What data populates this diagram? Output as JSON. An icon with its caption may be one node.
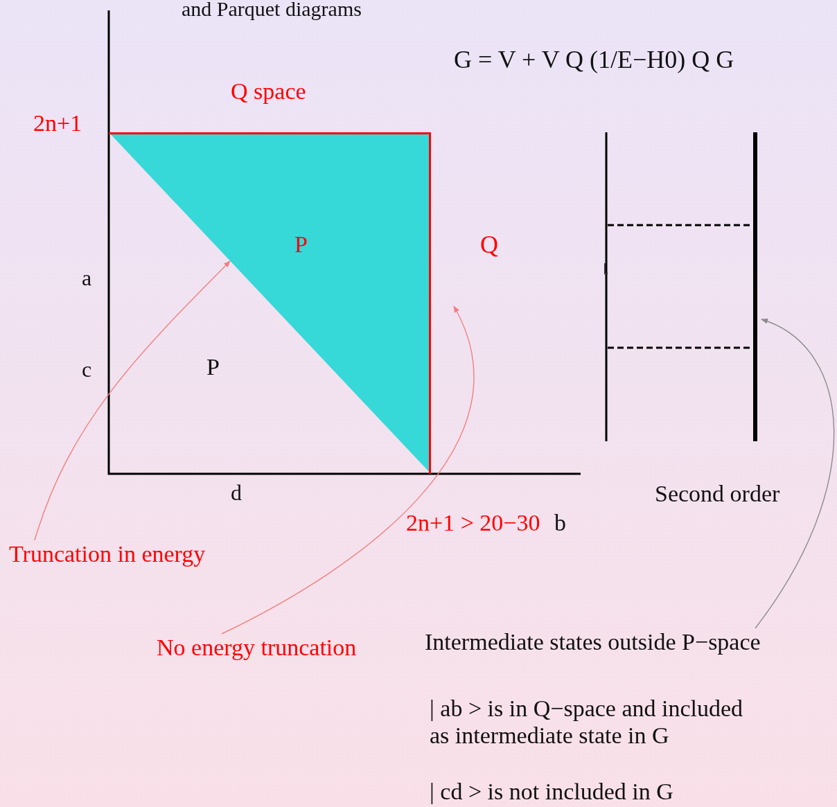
{
  "diagram": {
    "nodes": [
      {
        "text": [
          "Truncation in energy"
        ]
      },
      {
        "text": [
          "No energy truncation"
        ]
      },
      {
        "text": [
          "Intermediate states  outside P−space"
        ]
      },
      {
        "text": [
          "P"
        ]
      },
      {
        "text": [],
        "shape": "line"
      }
    ],
    "edges": [
      {
        "from": 0,
        "to": 3,
        "arrow": "to"
      },
      {
        "from": 1,
        "to": null,
        "arrow": "to"
      },
      {
        "from": 2,
        "to": 4,
        "arrow": "to",
        "color": "#8c8c8c"
      }
    ],
    "labels": [
      "and Parquet diagrams",
      "G = V + V Q (1/E−H0) Q G",
      "Q space",
      "2n+1",
      "Q",
      "a",
      "c",
      "P",
      "d",
      "2n+1 > 20−30",
      "b",
      "Second order",
      "| ab > is in Q−space and included as intermediate state in G",
      "| cd > is not included in G"
    ]
  }
}
